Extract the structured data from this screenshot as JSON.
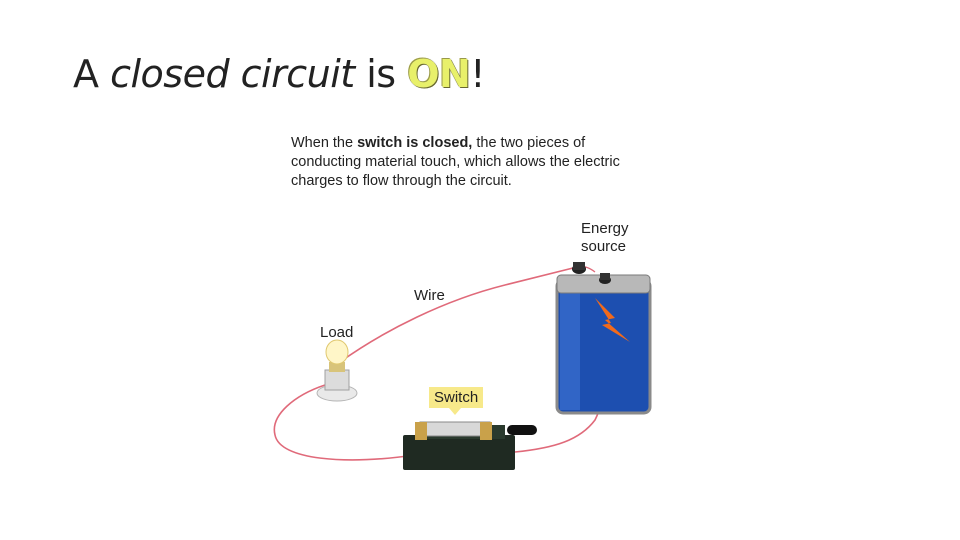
{
  "title": {
    "prefix": "A ",
    "emphasis": "closed circuit",
    "middle": " is ",
    "highlight": "ON",
    "suffix": "!"
  },
  "caption": {
    "part1": "When the ",
    "bold": "switch is closed,",
    "part2": " the two pieces of conducting material touch, which allows the electric charges to flow through the circuit."
  },
  "labels": {
    "energy_line1": "Energy",
    "energy_line2": "source",
    "wire": "Wire",
    "load": "Load",
    "switch": "Switch"
  },
  "colors": {
    "battery_blue": "#1d4fb0",
    "wire": "#e06a7a",
    "switch_base": "#1f2a22",
    "highlight": "#f7e98a"
  }
}
